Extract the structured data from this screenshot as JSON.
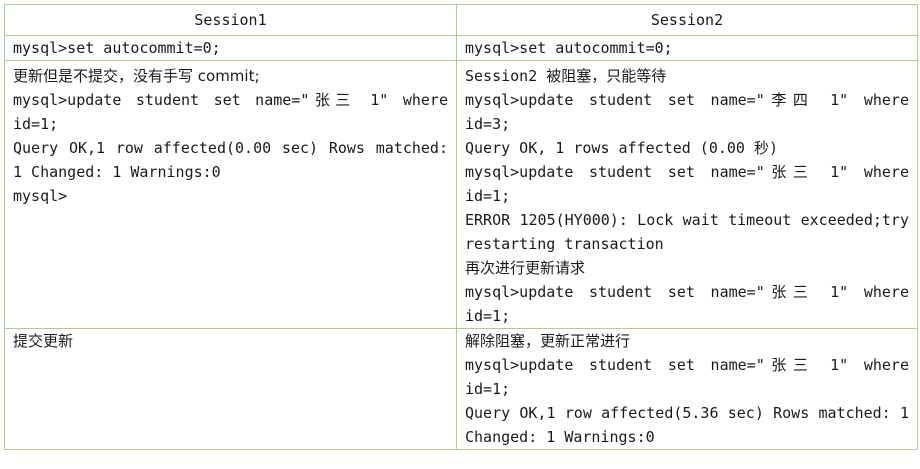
{
  "headers": {
    "session1": "Session1",
    "session2": "Session2"
  },
  "rows": [
    {
      "session1": [
        "mysql>set autocommit=0;"
      ],
      "session2": [
        "mysql>set autocommit=0;"
      ]
    },
    {
      "session1": [
        "更新但是不提交，没有手写 commit;",
        "mysql>update student set name=\"张三 1\" where id=1;",
        "Query OK,1 row affected(0.00 sec) Rows matched: 1 Changed: 1 Warnings:0",
        "mysql>"
      ],
      "session2": [
        "Session2 被阻塞，只能等待",
        "mysql>update student set name=\"李四 1\" where id=3;",
        "Query OK, 1 rows affected (0.00 秒)",
        "mysql>update student set name=\"张三 1\" where id=1;",
        "ERROR 1205(HY000): Lock wait timeout exceeded;try restarting transaction",
        "再次进行更新请求",
        "mysql>update student set name=\"张三 1\" where id=1;"
      ]
    },
    {
      "session1": [
        "提交更新"
      ],
      "session2": [
        "解除阻塞，更新正常进行",
        "mysql>update student set name=\"张三 1\" where id=1;",
        "Query OK,1 row affected(5.36 sec) Rows matched: 1 Changed: 1 Warnings:0"
      ]
    }
  ]
}
